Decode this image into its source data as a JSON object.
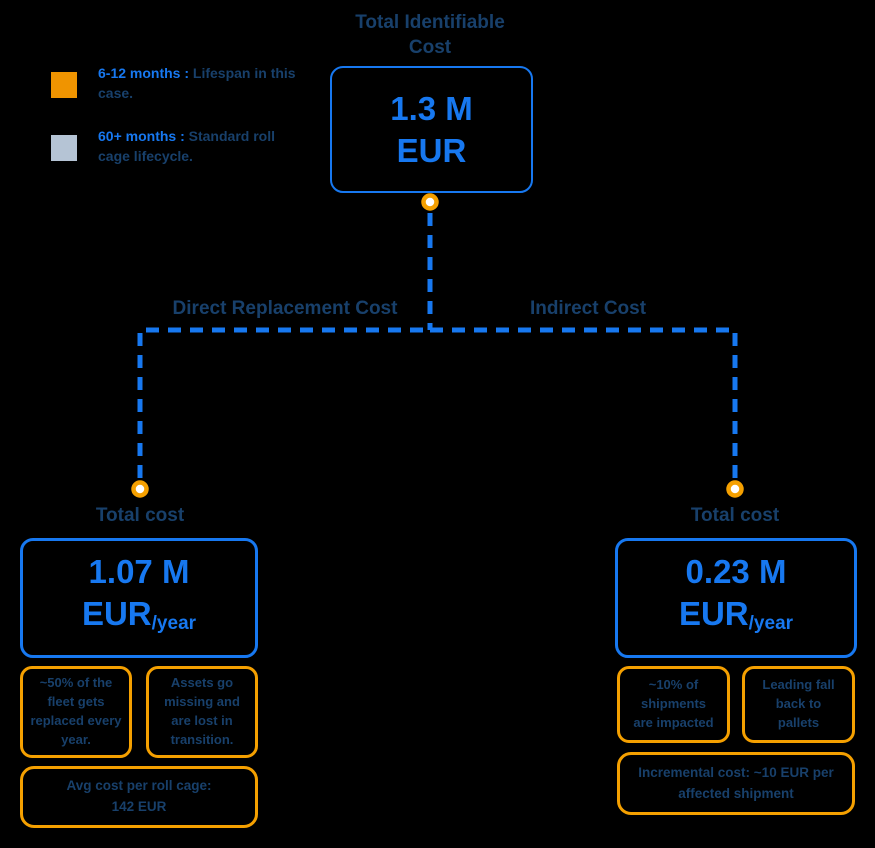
{
  "colors": {
    "background": "#000000",
    "accent_blue": "#1778F0",
    "navy_text": "#18406B",
    "accent_orange": "#F5A000",
    "legend_orange_swatch": "#F09400",
    "legend_gray_swatch": "#B5C4D5"
  },
  "legend": {
    "items": [
      {
        "swatch": "orange",
        "term": "6-12 months :",
        "description": " Lifespan in this case."
      },
      {
        "swatch": "gray",
        "term": "60+ months :",
        "description": " Standard roll cage lifecycle."
      }
    ]
  },
  "root": {
    "title": "Total Identifiable\nCost",
    "value": "1.3 M",
    "unit": "EUR"
  },
  "left_branch": {
    "label": "Direct Replacement Cost",
    "node_title": "Total cost",
    "value": "1.07 M",
    "unit": "EUR",
    "unit_suffix": "/year",
    "factor_1": "~50% of the\nfleet gets\nreplaced every\nyear.",
    "factor_2": "Assets go\nmissing and\nare lost in\ntransition.",
    "note": "Avg cost per roll cage:\n142 EUR"
  },
  "right_branch": {
    "label": "Indirect Cost",
    "node_title": "Total cost",
    "value": "0.23 M",
    "unit": "EUR",
    "unit_suffix": "/year",
    "factor_1": "~10% of\nshipments\nare impacted",
    "factor_2": "Leading fall\nback to\npallets",
    "note": "Incremental cost: ~10 EUR per\naffected shipment"
  }
}
